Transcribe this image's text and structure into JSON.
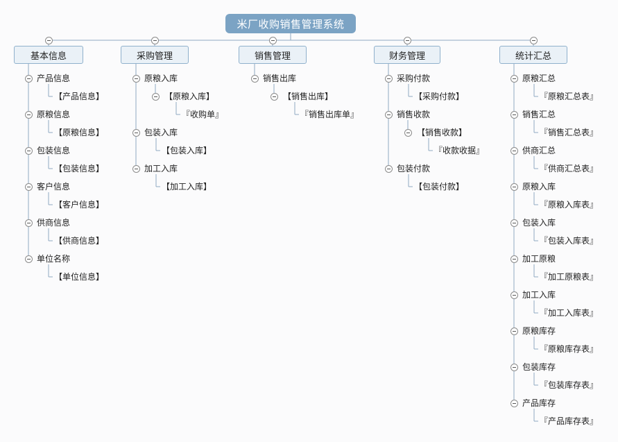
{
  "root": {
    "label": "米厂收购销售管理系统"
  },
  "branches": [
    {
      "label": "基本信息",
      "children": [
        {
          "label": "产品信息",
          "children": [
            {
              "label": "【产品信息】"
            }
          ]
        },
        {
          "label": "原粮信息",
          "children": [
            {
              "label": "【原粮信息】"
            }
          ]
        },
        {
          "label": "包装信息",
          "children": [
            {
              "label": "【包装信息】"
            }
          ]
        },
        {
          "label": "客户信息",
          "children": [
            {
              "label": "【客户信息】"
            }
          ]
        },
        {
          "label": "供商信息",
          "children": [
            {
              "label": "【供商信息】"
            }
          ]
        },
        {
          "label": "单位名称",
          "children": [
            {
              "label": "【单位信息】"
            }
          ]
        }
      ]
    },
    {
      "label": "采购管理",
      "children": [
        {
          "label": "原粮入库",
          "children": [
            {
              "label": "【原粮入库】",
              "children": [
                {
                  "label": "『收购单』"
                }
              ]
            }
          ]
        },
        {
          "label": "包装入库",
          "children": [
            {
              "label": "【包装入库】"
            }
          ]
        },
        {
          "label": "加工入库",
          "children": [
            {
              "label": "【加工入库】"
            }
          ]
        }
      ]
    },
    {
      "label": "销售管理",
      "children": [
        {
          "label": "销售出库",
          "children": [
            {
              "label": "【销售出库】",
              "children": [
                {
                  "label": "『销售出库单』"
                }
              ]
            }
          ]
        }
      ]
    },
    {
      "label": "财务管理",
      "children": [
        {
          "label": "采购付款",
          "children": [
            {
              "label": "【采购付款】"
            }
          ]
        },
        {
          "label": "销售收款",
          "children": [
            {
              "label": "【销售收款】",
              "children": [
                {
                  "label": "『收款收据』"
                }
              ]
            }
          ]
        },
        {
          "label": "包装付款",
          "children": [
            {
              "label": "【包装付款】"
            }
          ]
        }
      ]
    },
    {
      "label": "统计汇总",
      "children": [
        {
          "label": "原粮汇总",
          "children": [
            {
              "label": "『原粮汇总表』"
            }
          ]
        },
        {
          "label": "销售汇总",
          "children": [
            {
              "label": "『销售汇总表』"
            }
          ]
        },
        {
          "label": "供商汇总",
          "children": [
            {
              "label": "『供商汇总表』"
            }
          ]
        },
        {
          "label": "原粮入库",
          "children": [
            {
              "label": "『原粮入库表』"
            }
          ]
        },
        {
          "label": "包装入库",
          "children": [
            {
              "label": "『包装入库表』"
            }
          ]
        },
        {
          "label": "加工原粮",
          "children": [
            {
              "label": "『加工原粮表』"
            }
          ]
        },
        {
          "label": "加工入库",
          "children": [
            {
              "label": "『加工入库表』"
            }
          ]
        },
        {
          "label": "原粮库存",
          "children": [
            {
              "label": "『原粮库存表』"
            }
          ]
        },
        {
          "label": "包装库存",
          "children": [
            {
              "label": "『包装库存表』"
            }
          ]
        },
        {
          "label": "产品库存",
          "children": [
            {
              "label": "『产品库存表』"
            }
          ]
        }
      ]
    }
  ]
}
